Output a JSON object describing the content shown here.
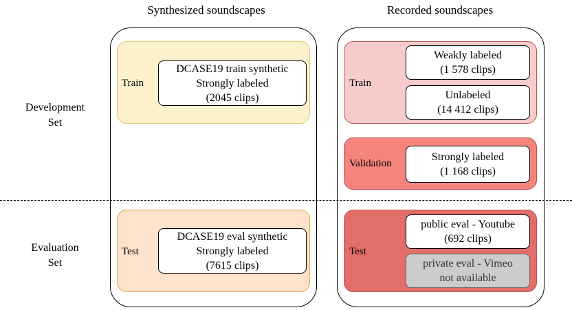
{
  "columns": {
    "synthesized": "Synthesized soundscapes",
    "recorded": "Recorded soundscapes"
  },
  "rows": {
    "development": [
      "Development",
      "Set"
    ],
    "evaluation": [
      "Evaluation",
      "Set"
    ]
  },
  "synthesized": {
    "train": {
      "label": "Train",
      "box": [
        "DCASE19 train synthetic",
        "Strongly labeled",
        "(2045 clips)"
      ]
    },
    "test": {
      "label": "Test",
      "box": [
        "DCASE19 eval synthetic",
        "Strongly labeled",
        "(7615 clips)"
      ]
    }
  },
  "recorded": {
    "train": {
      "label": "Train",
      "weak": [
        "Weakly labeled",
        "(1 578 clips)"
      ],
      "unlabeled": [
        "Unlabeled",
        "(14 412 clips)"
      ]
    },
    "validation": {
      "label": "Validation",
      "strong": [
        "Strongly labeled",
        "(1 168 clips)"
      ]
    },
    "test": {
      "label": "Test",
      "public": [
        "public eval - Youtube",
        "(692 clips)"
      ],
      "private": [
        "private eval - Vimeo",
        "not available"
      ]
    }
  },
  "colors": {
    "train_synthetic": "#fdf1cd",
    "test_synthetic": "#fde3cc",
    "train_recorded": "#f6cccb",
    "validation_recorded": "#f5847d",
    "test_recorded": "#e26d69",
    "not_available": "#cccccc"
  }
}
